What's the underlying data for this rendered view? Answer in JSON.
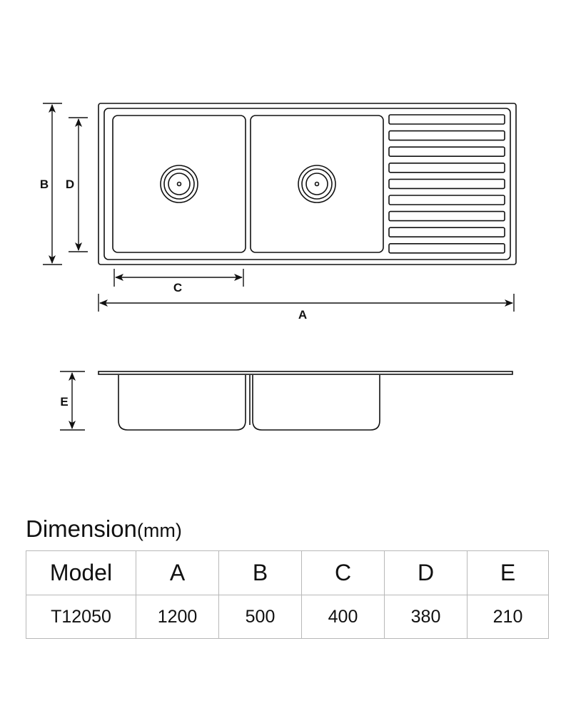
{
  "drawing": {
    "labels": {
      "a": "A",
      "b": "B",
      "c": "C",
      "d": "D",
      "e": "E"
    },
    "drainer_ribs": 9,
    "stroke_color": "#111111"
  },
  "table": {
    "title": "Dimension",
    "unit": "(mm)",
    "headers": [
      "Model",
      "A",
      "B",
      "C",
      "D",
      "E"
    ],
    "row": [
      "T12050",
      "1200",
      "500",
      "400",
      "380",
      "210"
    ]
  }
}
